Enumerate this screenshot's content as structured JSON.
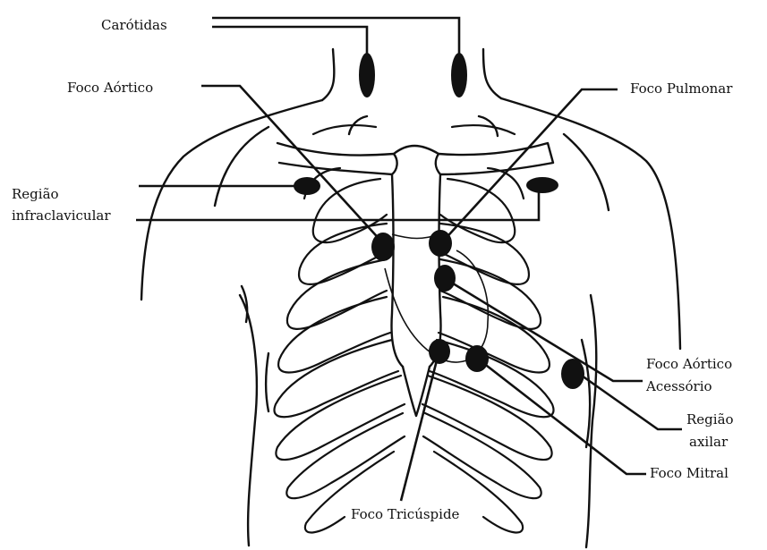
{
  "labels": {
    "carotidas": "Carótidas",
    "foco_aortico": "Foco Aórtico",
    "foco_pulmonar": "Foco Pulmonar",
    "regiao_infraclavicular_1": "Região",
    "regiao_infraclavicular_2": "infraclavicular",
    "foco_aortico_acessorio_1": "Foco Aórtico",
    "foco_aortico_acessorio_2": "Acessório",
    "regiao_axilar_1": "Região",
    "regiao_axilar_2": "axilar",
    "foco_mitral": "Foco Mitral",
    "foco_tricuspide": "Foco Tricúspide"
  },
  "colors": {
    "ink": "#111111",
    "background": "#ffffff"
  }
}
